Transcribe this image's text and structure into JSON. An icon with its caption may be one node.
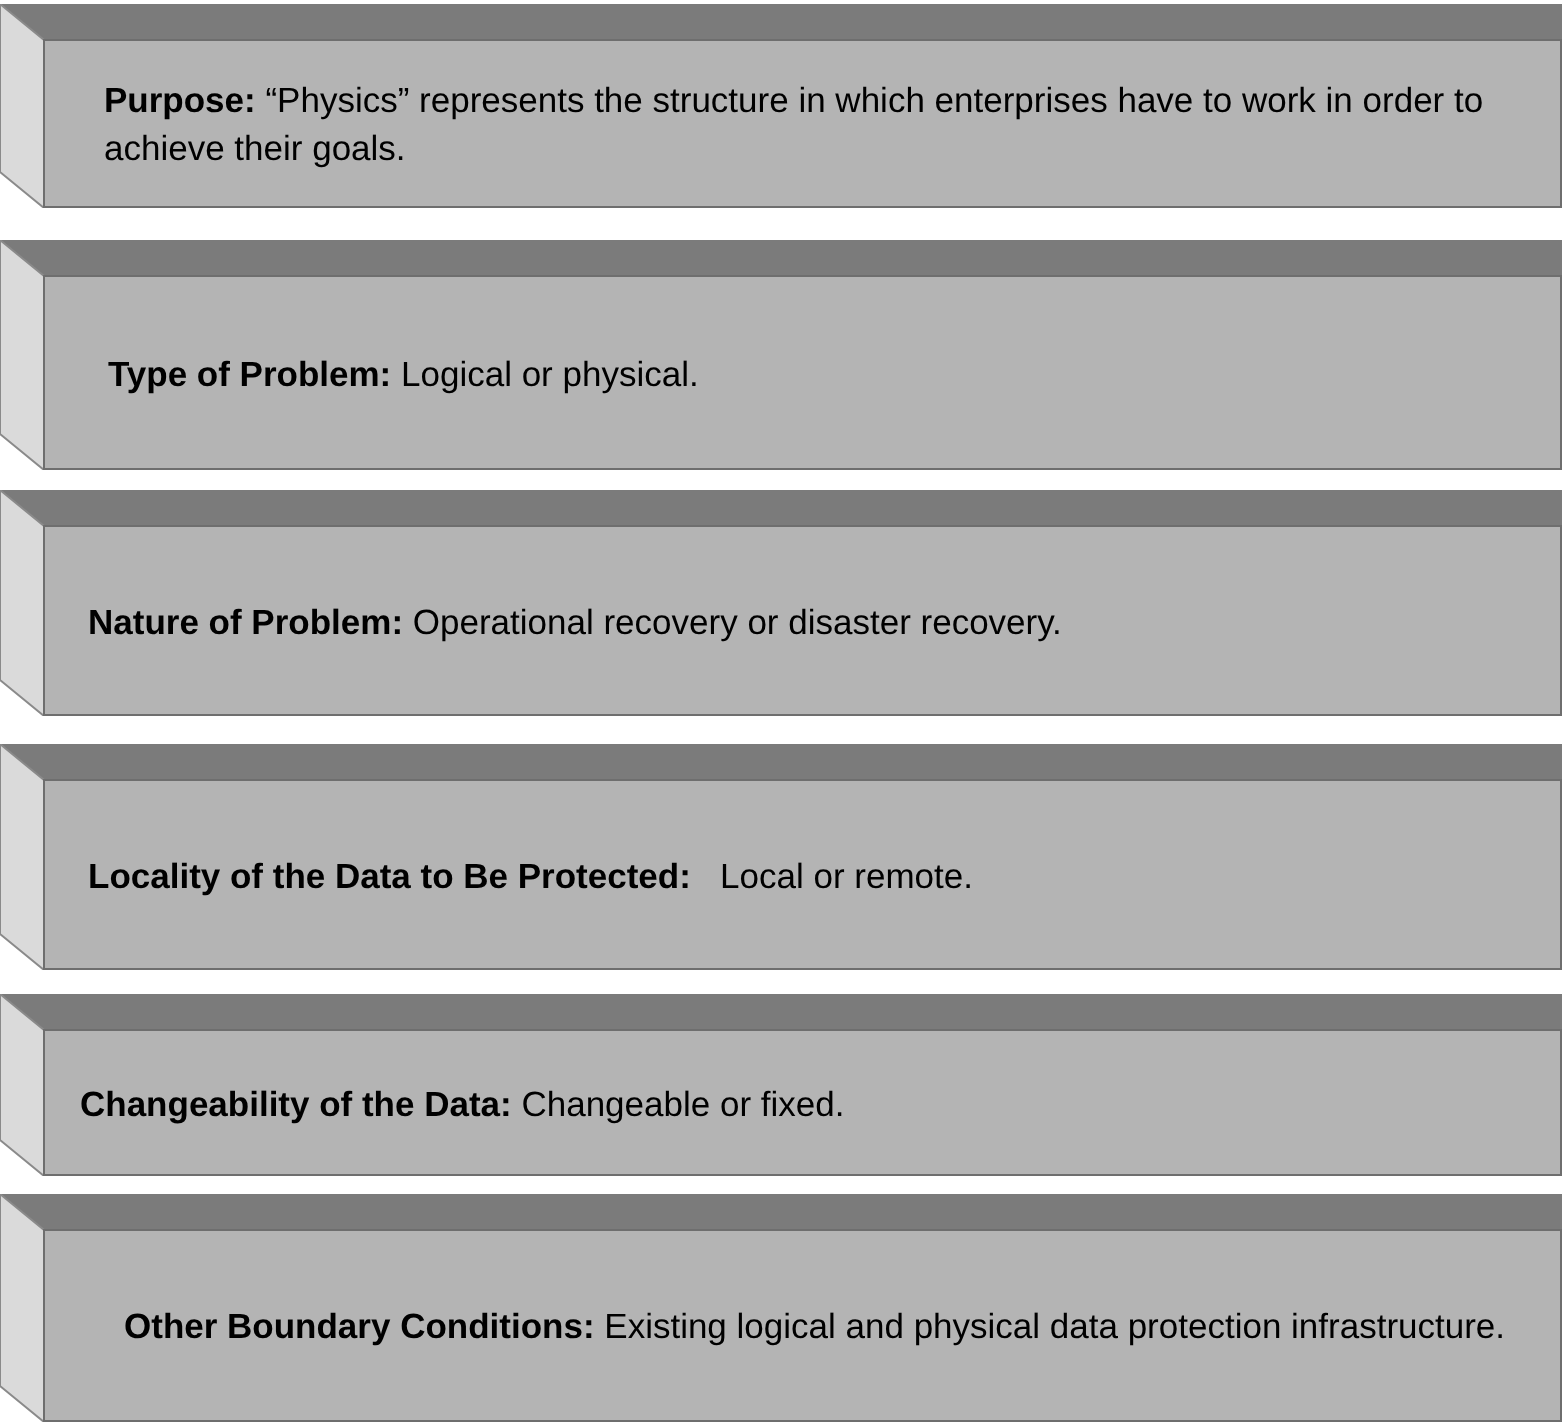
{
  "diagram": {
    "nodes": [
      {
        "text": [
          "**Purpose:** “Physics” represents the structure in which enterprises have to work in order to achieve their goals."
        ]
      },
      {
        "text": [
          "**Type of Problem:** Logical or physical."
        ]
      },
      {
        "text": [
          "**Nature of Problem:** Operational recovery or disaster recovery."
        ]
      },
      {
        "text": [
          "**Locality of the Data to Be Protected:**   Local or remote."
        ]
      },
      {
        "text": [
          "**Changeability of the Data:** Changeable or fixed."
        ]
      },
      {
        "text": [
          "**Other Boundary Conditions:** Existing logical and physical data protection infrastructure."
        ]
      }
    ]
  }
}
